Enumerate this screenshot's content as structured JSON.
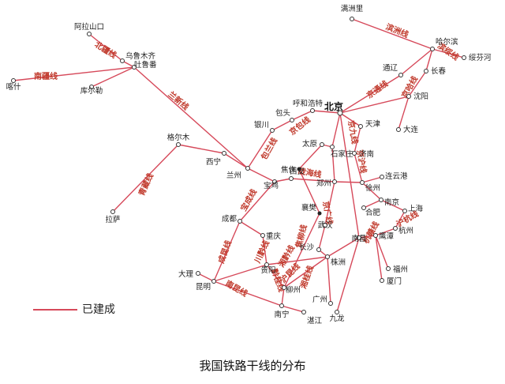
{
  "caption": "我国铁路干线的分布",
  "legend": {
    "label": "已建成",
    "color": "#d6495a"
  },
  "colors": {
    "rail": "#d6495a",
    "label": "#c0392b"
  },
  "cities": [
    {
      "id": "manzhouli",
      "name": "满洲里"
    },
    {
      "id": "harbin",
      "name": "哈尔滨"
    },
    {
      "id": "suifenhe",
      "name": "绥芬河"
    },
    {
      "id": "changchun",
      "name": "长春"
    },
    {
      "id": "shenyang",
      "name": "沈阳"
    },
    {
      "id": "dalian",
      "name": "大连"
    },
    {
      "id": "tongliao",
      "name": "通辽"
    },
    {
      "id": "beijing",
      "name": "北京",
      "big": true
    },
    {
      "id": "tianjin",
      "name": "天津"
    },
    {
      "id": "jinan",
      "name": "济南"
    },
    {
      "id": "huhehaote",
      "name": "呼和浩特"
    },
    {
      "id": "baotou",
      "name": "包头"
    },
    {
      "id": "yinchuan",
      "name": "银川"
    },
    {
      "id": "taiyuan",
      "name": "太原"
    },
    {
      "id": "shijiazhuang",
      "name": "石家庄"
    },
    {
      "id": "jiaozuo",
      "name": "焦作",
      "gray": true
    },
    {
      "id": "zhengzhou",
      "name": "郑州"
    },
    {
      "id": "xuzhou",
      "name": "徐州"
    },
    {
      "id": "lianyungang",
      "name": "连云港"
    },
    {
      "id": "nanjing",
      "name": "南京"
    },
    {
      "id": "hefei",
      "name": "合肥"
    },
    {
      "id": "shanghai",
      "name": "上海"
    },
    {
      "id": "hangzhou",
      "name": "杭州"
    },
    {
      "id": "xian",
      "name": "西安"
    },
    {
      "id": "baoji",
      "name": "宝鸡"
    },
    {
      "id": "lanzhou",
      "name": "兰州"
    },
    {
      "id": "xining",
      "name": "西宁"
    },
    {
      "id": "geermu",
      "name": "格尔木"
    },
    {
      "id": "lasa",
      "name": "拉萨"
    },
    {
      "id": "alashankou",
      "name": "阿拉山口"
    },
    {
      "id": "wulumuqi",
      "name": "乌鲁木齐"
    },
    {
      "id": "tulufan",
      "name": "吐鲁番"
    },
    {
      "id": "kashi",
      "name": "喀什"
    },
    {
      "id": "kuerle",
      "name": "库尔勒"
    },
    {
      "id": "chengdu",
      "name": "成都"
    },
    {
      "id": "chongqing",
      "name": "重庆"
    },
    {
      "id": "xiangfan",
      "name": "襄樊",
      "gray": true
    },
    {
      "id": "wuhan",
      "name": "武汉"
    },
    {
      "id": "nanchang",
      "name": "南昌"
    },
    {
      "id": "changsha",
      "name": "长沙"
    },
    {
      "id": "zhuzhou",
      "name": "株洲"
    },
    {
      "id": "guiyang",
      "name": "贵阳"
    },
    {
      "id": "kunming",
      "name": "昆明"
    },
    {
      "id": "dali",
      "name": "大理"
    },
    {
      "id": "liuzhou",
      "name": "柳州"
    },
    {
      "id": "nanning",
      "name": "南宁"
    },
    {
      "id": "zhanjiang",
      "name": "湛江"
    },
    {
      "id": "guangzhou",
      "name": "广州"
    },
    {
      "id": "jiulong",
      "name": "九龙"
    },
    {
      "id": "fuzhou",
      "name": "福州"
    },
    {
      "id": "xiamen",
      "name": "厦门"
    },
    {
      "id": "yingtan",
      "name": "鹰潭"
    }
  ],
  "line_labels": [
    {
      "id": "binzhou",
      "text": "滨洲线"
    },
    {
      "id": "binsui",
      "text": "滨绥线"
    },
    {
      "id": "jingha",
      "text": "京哈线"
    },
    {
      "id": "beijiang",
      "text": "北疆线"
    },
    {
      "id": "nanjiang",
      "text": "南疆线"
    },
    {
      "id": "lanxin",
      "text": "兰新线"
    },
    {
      "id": "qingzang",
      "text": "青藏线"
    },
    {
      "id": "jingbao",
      "text": "京包线"
    },
    {
      "id": "baolan",
      "text": "包兰线"
    },
    {
      "id": "jingtong",
      "text": "京通线"
    },
    {
      "id": "jingjing",
      "text": "京九线"
    },
    {
      "id": "jingguang",
      "text": "京广线"
    },
    {
      "id": "jinghu",
      "text": "京沪线"
    },
    {
      "id": "longhai",
      "text": "陇海线"
    },
    {
      "id": "baocheng",
      "text": "宝成线"
    },
    {
      "id": "chengkun",
      "text": "成昆线"
    },
    {
      "id": "chuanqian",
      "text": "川黔线"
    },
    {
      "id": "jiaoliu",
      "text": "焦柳线"
    },
    {
      "id": "hukun",
      "text": "沪昆线"
    },
    {
      "id": "hanggan",
      "text": "杭赣线"
    },
    {
      "id": "huhang",
      "text": "沪杭线"
    },
    {
      "id": "xiangqian",
      "text": "湘黔线"
    },
    {
      "id": "qiangui",
      "text": "黔桂线"
    },
    {
      "id": "nankun",
      "text": "南昆线"
    },
    {
      "id": "xianggui",
      "text": "湘桂线"
    }
  ]
}
